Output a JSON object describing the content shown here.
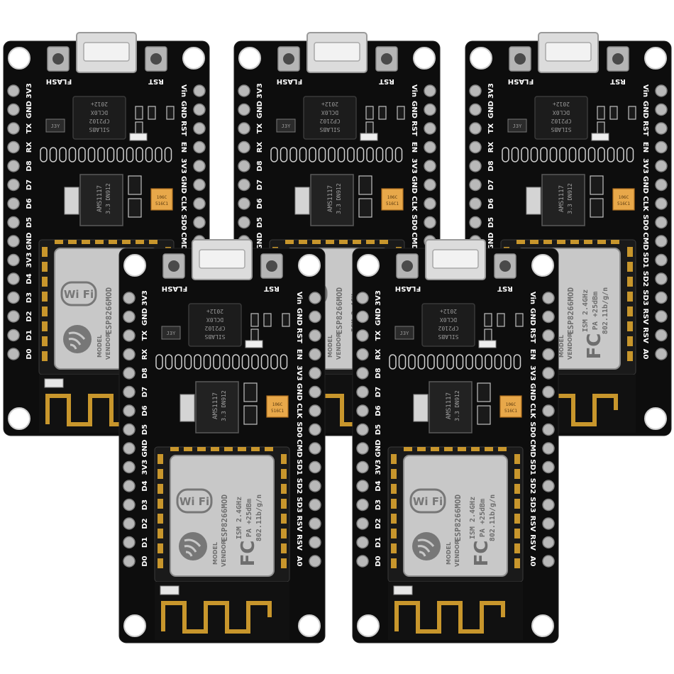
{
  "scene": {
    "background": "#ffffff",
    "board_color": "#0d0d0d",
    "pin_color": "#b9b9b9",
    "module_color": "#c8c8c8",
    "antenna_color": "#c8962c",
    "cap_color": "#e8a84a"
  },
  "board": {
    "btn_flash": "FLASH",
    "btn_rst": "RST",
    "left_pins": [
      "3V3",
      "GND",
      "TX",
      "RX",
      "D8",
      "D7",
      "D6",
      "D5",
      "GND",
      "3V3",
      "D4",
      "D3",
      "D2",
      "D1",
      "D0"
    ],
    "right_pins": [
      "Vin",
      "GND",
      "RST",
      "EN",
      "3V3",
      "GND",
      "CLK",
      "SD0",
      "CMD",
      "SD1",
      "SD2",
      "SD3",
      "RSV",
      "RSV",
      "A0"
    ],
    "chip": {
      "line1": "SILABS",
      "line2": "CP2102",
      "line3": "DCL0X",
      "line4": "2012+"
    },
    "regulator": {
      "line1": "AMS1117",
      "line2": "3.3 DN912"
    },
    "smd_mark": "J3Y",
    "cap": {
      "line1": "106C",
      "line2": "516C1"
    },
    "module": {
      "wifi": "Wi Fi",
      "name": "ESP8266MOD",
      "spec1": "ISM 2.4GHz",
      "spec2": "PA +25dBm",
      "spec3": "802.11b/g/n",
      "vendor1": "MODEL",
      "vendor2": "VENDOR",
      "fcc": "FC"
    }
  },
  "boards": [
    {
      "id": "board-top-left"
    },
    {
      "id": "board-top-center"
    },
    {
      "id": "board-top-right"
    },
    {
      "id": "board-bottom-left"
    },
    {
      "id": "board-bottom-right"
    }
  ]
}
